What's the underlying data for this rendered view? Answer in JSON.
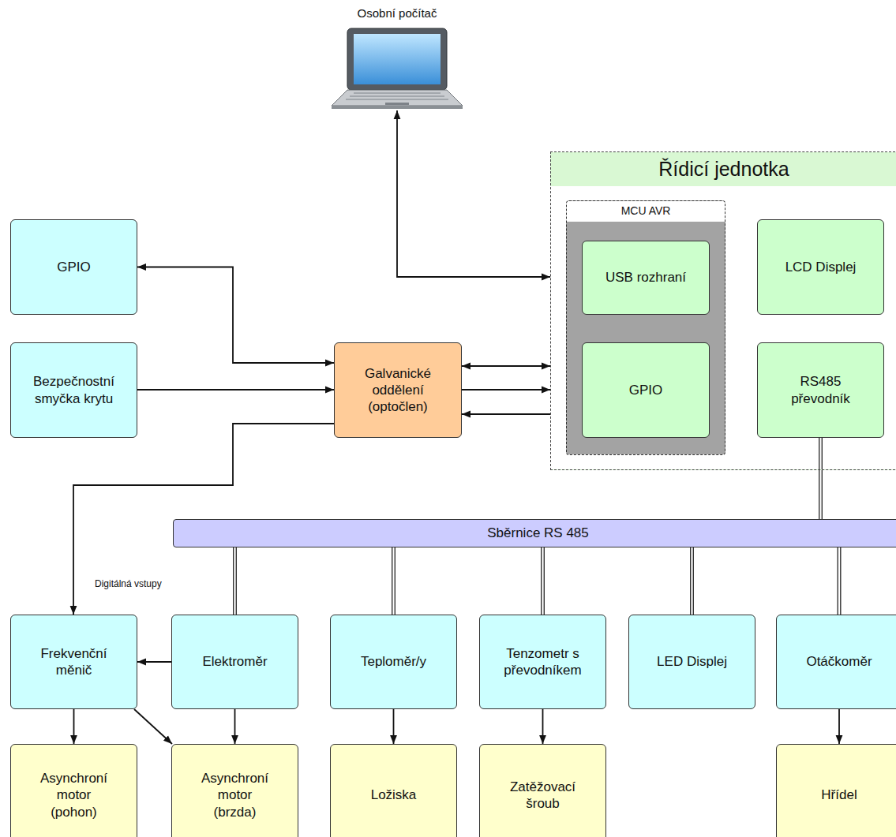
{
  "diagram": {
    "nodes": [
      {
        "text": [
          "Osobní počítač"
        ]
      },
      {
        "text": [
          "Řídicí jednotka"
        ]
      },
      {
        "text": [
          "MCU AVR"
        ],
        "in": 1
      },
      {
        "text": [
          "USB rozhraní"
        ],
        "in": 2
      },
      {
        "text": [
          "LCD Displej"
        ],
        "in": 1
      },
      {
        "text": [
          "GPIO"
        ],
        "in": 2
      },
      {
        "text": [
          "RS485 převodník"
        ],
        "in": 1
      },
      {
        "text": [
          "GPIO"
        ]
      },
      {
        "text": [
          "Bezpečnostní smyčka krytu"
        ]
      },
      {
        "text": [
          "Galvanické oddělení (optočlen)"
        ]
      },
      {
        "text": [
          "Sběrnice RS 485"
        ]
      },
      {
        "text": [
          "Frekvenční měnič"
        ]
      },
      {
        "text": [
          "Elektroměr"
        ]
      },
      {
        "text": [
          "Teploměr/y"
        ]
      },
      {
        "text": [
          "Tenzometr s převodníkem"
        ]
      },
      {
        "text": [
          "LED Displej"
        ]
      },
      {
        "text": [
          "Otáčkoměr"
        ]
      },
      {
        "text": [
          "Asynchroní motor (pohon)"
        ]
      },
      {
        "text": [
          "Asynchroní motor (brzda)"
        ]
      },
      {
        "text": [
          "Ložiska"
        ]
      },
      {
        "text": [
          "Zatěžovací šroub"
        ]
      },
      {
        "text": [
          "Hřídel"
        ]
      }
    ],
    "edges": [
      {
        "from": 0,
        "to": 1,
        "arrow": "both"
      },
      {
        "from": 7,
        "to": 9,
        "arrow": "both"
      },
      {
        "from": 8,
        "to": 9,
        "arrow": "to"
      },
      {
        "from": 9,
        "to": 1,
        "arrow": "both"
      },
      {
        "from": 9,
        "to": 1,
        "arrow": "to"
      },
      {
        "from": 1,
        "to": 9,
        "arrow": "to"
      },
      {
        "from": 9,
        "to": 11,
        "label": "Digitálná vstupy",
        "arrow": "to"
      },
      {
        "from": 6,
        "to": 10,
        "arrow": "none"
      },
      {
        "from": 10,
        "to": 12,
        "arrow": "none"
      },
      {
        "from": 10,
        "to": 13,
        "arrow": "none"
      },
      {
        "from": 10,
        "to": 14,
        "arrow": "none"
      },
      {
        "from": 10,
        "to": 15,
        "arrow": "none"
      },
      {
        "from": 10,
        "to": 16,
        "arrow": "none"
      },
      {
        "from": 12,
        "to": 11,
        "arrow": "to"
      },
      {
        "from": 11,
        "to": 17,
        "arrow": "to"
      },
      {
        "from": 11,
        "to": 18,
        "arrow": "to"
      },
      {
        "from": 12,
        "to": 18,
        "arrow": "to"
      },
      {
        "from": 13,
        "to": 19,
        "arrow": "to"
      },
      {
        "from": 14,
        "to": 20,
        "arrow": "to"
      },
      {
        "from": 16,
        "to": 21,
        "arrow": "to"
      }
    ]
  }
}
